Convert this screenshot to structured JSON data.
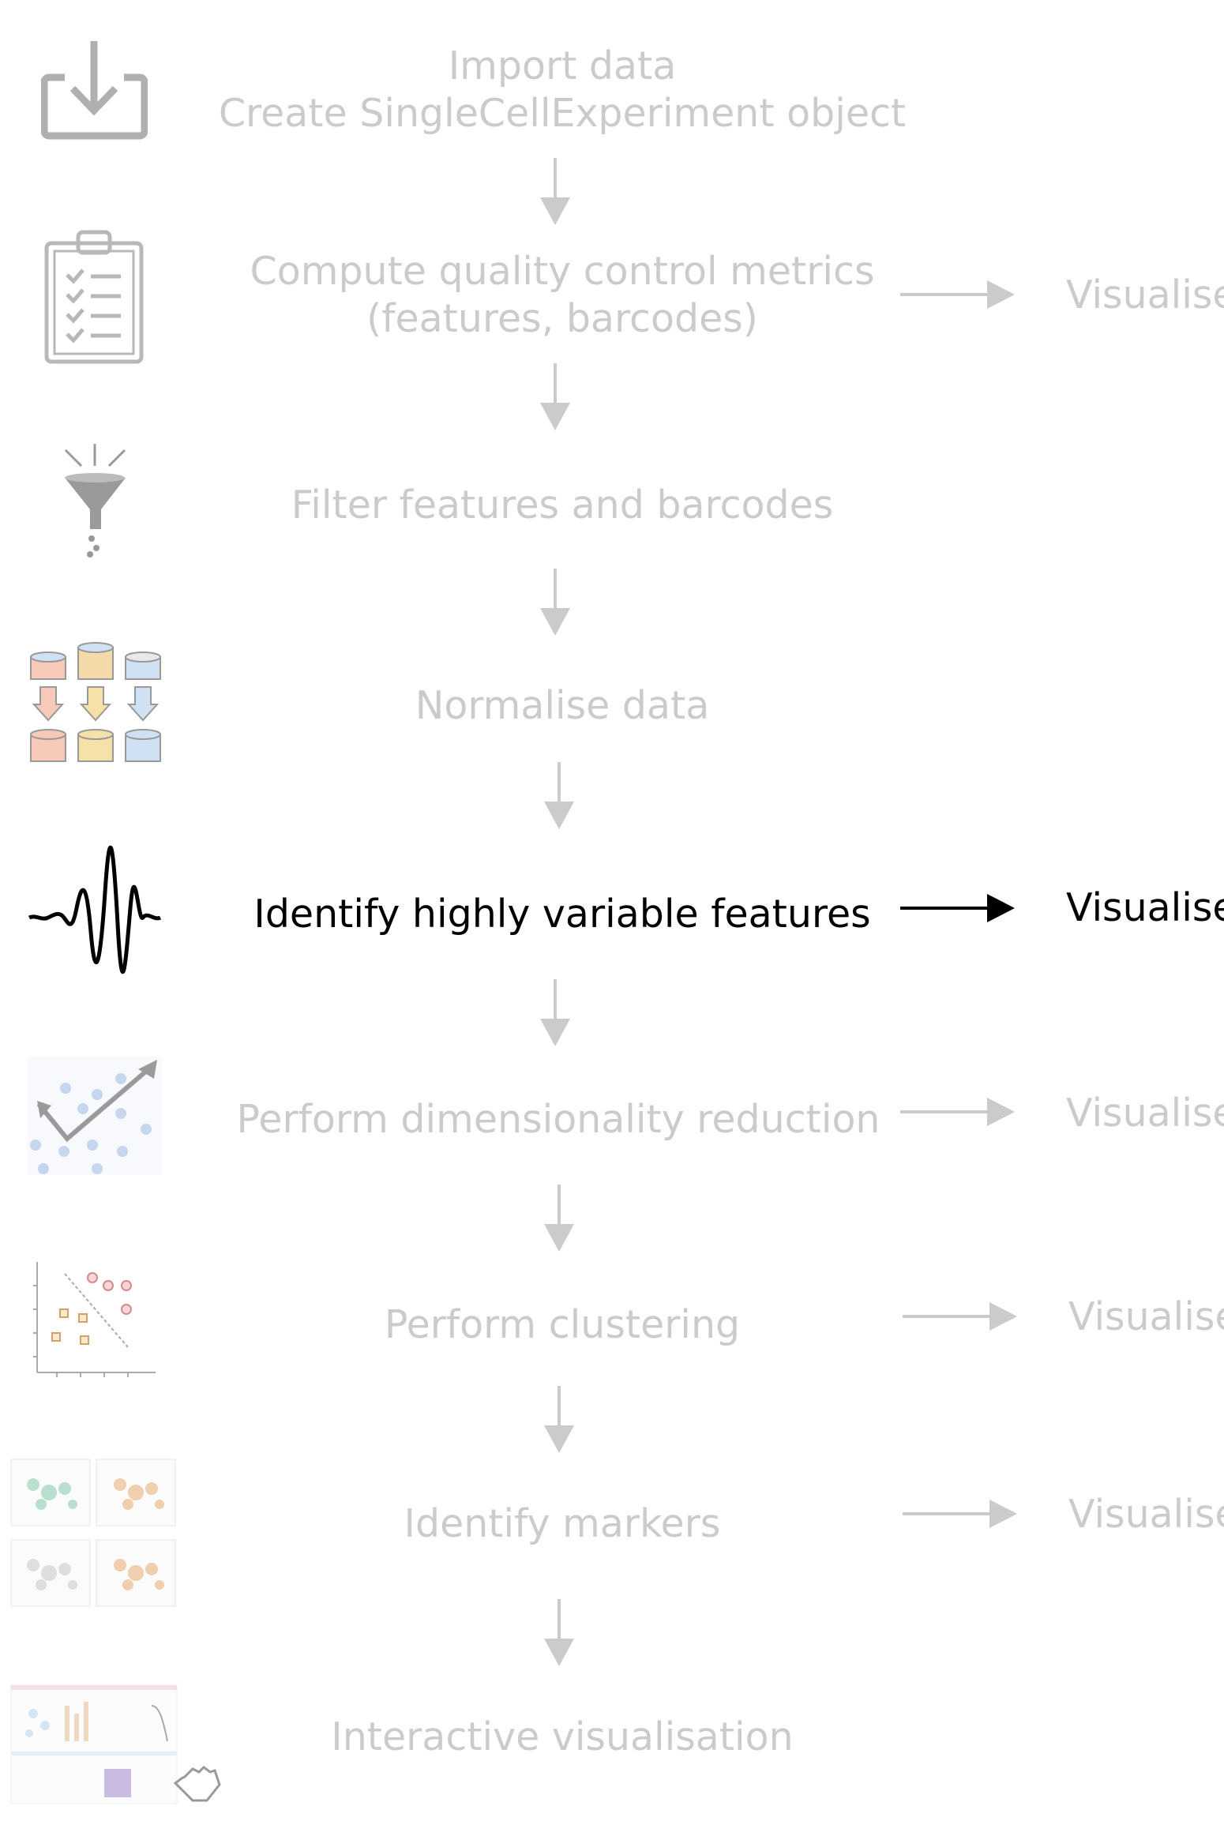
{
  "steps": [
    {
      "lines": [
        "Import data",
        "Create SingleCellExperiment object"
      ],
      "icon": "import-icon",
      "visualise": "",
      "active": false
    },
    {
      "lines": [
        "Compute quality control metrics",
        "(features, barcodes)"
      ],
      "icon": "clipboard-checklist-icon",
      "visualise": "Visualise",
      "active": false
    },
    {
      "lines": [
        "Filter features and barcodes"
      ],
      "icon": "funnel-icon",
      "visualise": "",
      "active": false
    },
    {
      "lines": [
        "Normalise data"
      ],
      "icon": "database-normalise-icon",
      "visualise": "",
      "active": false
    },
    {
      "lines": [
        "Identify highly variable features"
      ],
      "icon": "waveform-icon",
      "visualise": "Visualise",
      "active": true
    },
    {
      "lines": [
        "Perform dimensionality reduction"
      ],
      "icon": "scatter-trend-icon",
      "visualise": "Visualise",
      "active": false
    },
    {
      "lines": [
        "Perform clustering"
      ],
      "icon": "cluster-plot-icon",
      "visualise": "Visualise",
      "active": false
    },
    {
      "lines": [
        "Identify markers"
      ],
      "icon": "marker-plots-icon",
      "visualise": "Visualise",
      "active": false
    },
    {
      "lines": [
        "Interactive visualisation"
      ],
      "icon": "interactive-dashboard-icon",
      "visualise": "",
      "active": false
    }
  ],
  "colors": {
    "inactive": "#cbcbcb",
    "active": "#000000"
  }
}
